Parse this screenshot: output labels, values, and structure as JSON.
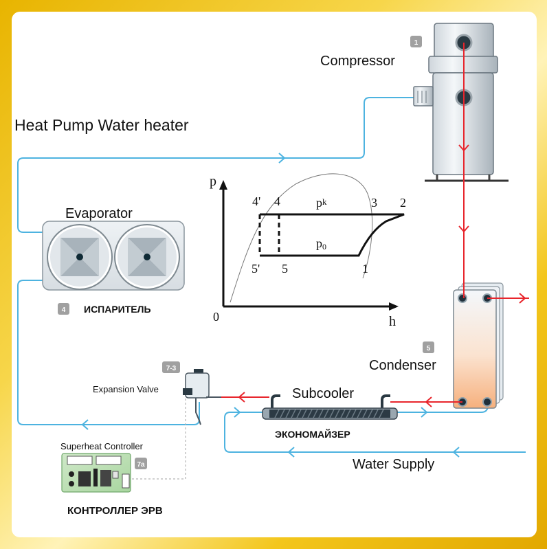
{
  "title": "Heat Pump Water heater",
  "components": {
    "compressor": {
      "label": "Compressor",
      "badge": "1"
    },
    "evaporator": {
      "label": "Evaporator",
      "badge": "4",
      "label_ru": "ИСПАРИТЕЛЬ"
    },
    "condenser": {
      "label": "Condenser",
      "badge": "5"
    },
    "subcooler": {
      "label": "Subcooler",
      "label_ru": "ЭКОНОМАЙЗЕР"
    },
    "expansion_valve": {
      "label": "Expansion Valve",
      "badge": "7-3"
    },
    "superheat_controller": {
      "label": "Superheat Controller",
      "badge": "7a",
      "label_ru": "КОНТРОЛЛЕР ЭРВ"
    },
    "water_supply": {
      "label": "Water Supply"
    }
  },
  "ph_diagram": {
    "axis_y": "p",
    "axis_x": "h",
    "origin": "0",
    "pk_label": "pk",
    "p0_label": "p0",
    "points": [
      "4'",
      "4",
      "3",
      "2",
      "5'",
      "5",
      "1"
    ]
  },
  "colors": {
    "water_line": "#4db3e0",
    "refrigerant_line": "#e8252c",
    "badge": "#9a9a9a",
    "frame": "#f0c000"
  }
}
